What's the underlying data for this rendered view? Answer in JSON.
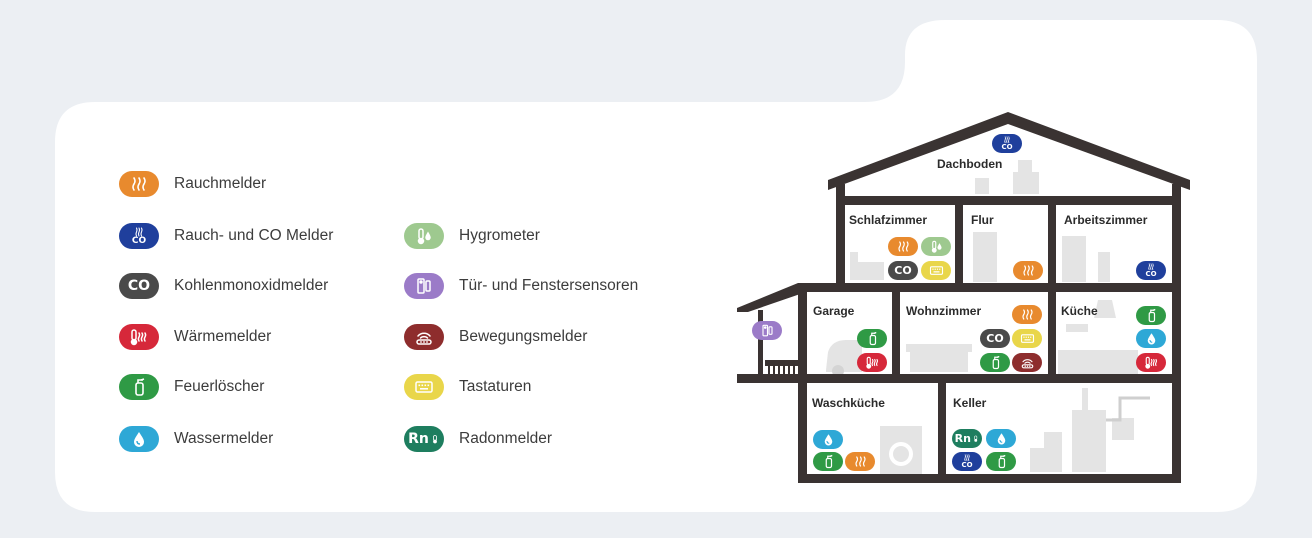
{
  "colors": {
    "smoke": "#e88a2e",
    "smoke_co": "#1f3f9c",
    "co": "#4a4a4a",
    "heat": "#d6283a",
    "extinguisher": "#2f9a45",
    "water": "#2ea8d6",
    "hygrometer": "#9ec98f",
    "door_sensor": "#9b7bc8",
    "motion": "#8e2d2d",
    "keypad": "#e9d64a",
    "radon": "#1e7e5f",
    "house": "#3a3332"
  },
  "legend": [
    {
      "key": "smoke",
      "icon": "smoke-waves-icon",
      "label": "Rauchmelder"
    },
    {
      "key": "smoke_co",
      "icon": "smoke-co-icon",
      "label": "Rauch- und CO Melder"
    },
    {
      "key": "co",
      "icon": "co-text-icon",
      "label": "Kohlenmonoxidmelder"
    },
    {
      "key": "heat",
      "icon": "thermometer-heat-icon",
      "label": "Wärmemelder"
    },
    {
      "key": "extinguisher",
      "icon": "extinguisher-icon",
      "label": "Feuerlöscher"
    },
    {
      "key": "water",
      "icon": "water-drop-icon",
      "label": "Wassermelder"
    },
    {
      "key": "hygrometer",
      "icon": "hygrometer-icon",
      "label": "Hygrometer"
    },
    {
      "key": "door_sensor",
      "icon": "door-sensor-icon",
      "label": "Tür- und Fenstersensoren"
    },
    {
      "key": "motion",
      "icon": "motion-sensor-icon",
      "label": "Bewegungsmelder"
    },
    {
      "key": "keypad",
      "icon": "keypad-icon",
      "label": "Tastaturen"
    },
    {
      "key": "radon",
      "icon": "radon-icon",
      "label": "Radonmelder"
    }
  ],
  "icon_text": {
    "co": "CO",
    "radon": "Rn"
  },
  "rooms": [
    {
      "name": "Dachboden",
      "devices": [
        "smoke_co"
      ]
    },
    {
      "name": "Schlafzimmer",
      "devices": [
        "smoke",
        "hygrometer",
        "co",
        "keypad"
      ]
    },
    {
      "name": "Flur",
      "devices": [
        "smoke"
      ]
    },
    {
      "name": "Arbeitszimmer",
      "devices": [
        "smoke_co"
      ]
    },
    {
      "name": "Garage",
      "devices": [
        "extinguisher",
        "heat"
      ]
    },
    {
      "name": "Wohnzimmer",
      "devices": [
        "smoke",
        "co",
        "keypad",
        "extinguisher",
        "motion"
      ]
    },
    {
      "name": "Küche",
      "devices": [
        "extinguisher",
        "water",
        "heat"
      ]
    },
    {
      "name": "Waschküche",
      "devices": [
        "water",
        "extinguisher",
        "smoke"
      ]
    },
    {
      "name": "Keller",
      "devices": [
        "radon",
        "water",
        "smoke_co",
        "extinguisher"
      ]
    },
    {
      "name": "",
      "devices": [
        "door_sensor"
      ]
    }
  ]
}
